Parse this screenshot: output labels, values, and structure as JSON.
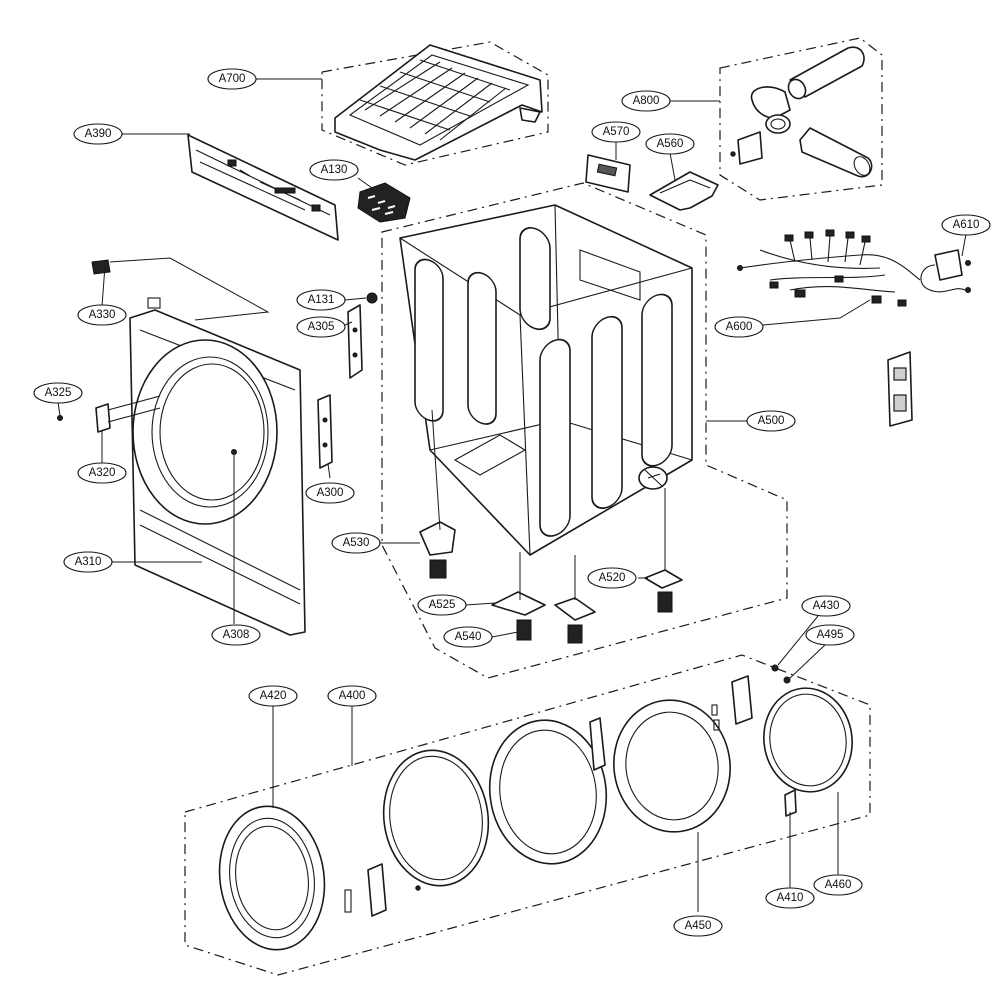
{
  "callouts": [
    {
      "id": "a700",
      "label": "A700"
    },
    {
      "id": "a800",
      "label": "A800"
    },
    {
      "id": "a390",
      "label": "A390"
    },
    {
      "id": "a570",
      "label": "A570"
    },
    {
      "id": "a560",
      "label": "A560"
    },
    {
      "id": "a130",
      "label": "A130"
    },
    {
      "id": "a610",
      "label": "A610"
    },
    {
      "id": "a330",
      "label": "A330"
    },
    {
      "id": "a131",
      "label": "A131"
    },
    {
      "id": "a305",
      "label": "A305"
    },
    {
      "id": "a600",
      "label": "A600"
    },
    {
      "id": "a325",
      "label": "A325"
    },
    {
      "id": "a500",
      "label": "A500"
    },
    {
      "id": "a320",
      "label": "A320"
    },
    {
      "id": "a300",
      "label": "A300"
    },
    {
      "id": "a530",
      "label": "A530"
    },
    {
      "id": "a310",
      "label": "A310"
    },
    {
      "id": "a520",
      "label": "A520"
    },
    {
      "id": "a525",
      "label": "A525"
    },
    {
      "id": "a540",
      "label": "A540"
    },
    {
      "id": "a308",
      "label": "A308"
    },
    {
      "id": "a430",
      "label": "A430"
    },
    {
      "id": "a495",
      "label": "A495"
    },
    {
      "id": "a420",
      "label": "A420"
    },
    {
      "id": "a400",
      "label": "A400"
    },
    {
      "id": "a410",
      "label": "A410"
    },
    {
      "id": "a460",
      "label": "A460"
    },
    {
      "id": "a450",
      "label": "A450"
    }
  ]
}
